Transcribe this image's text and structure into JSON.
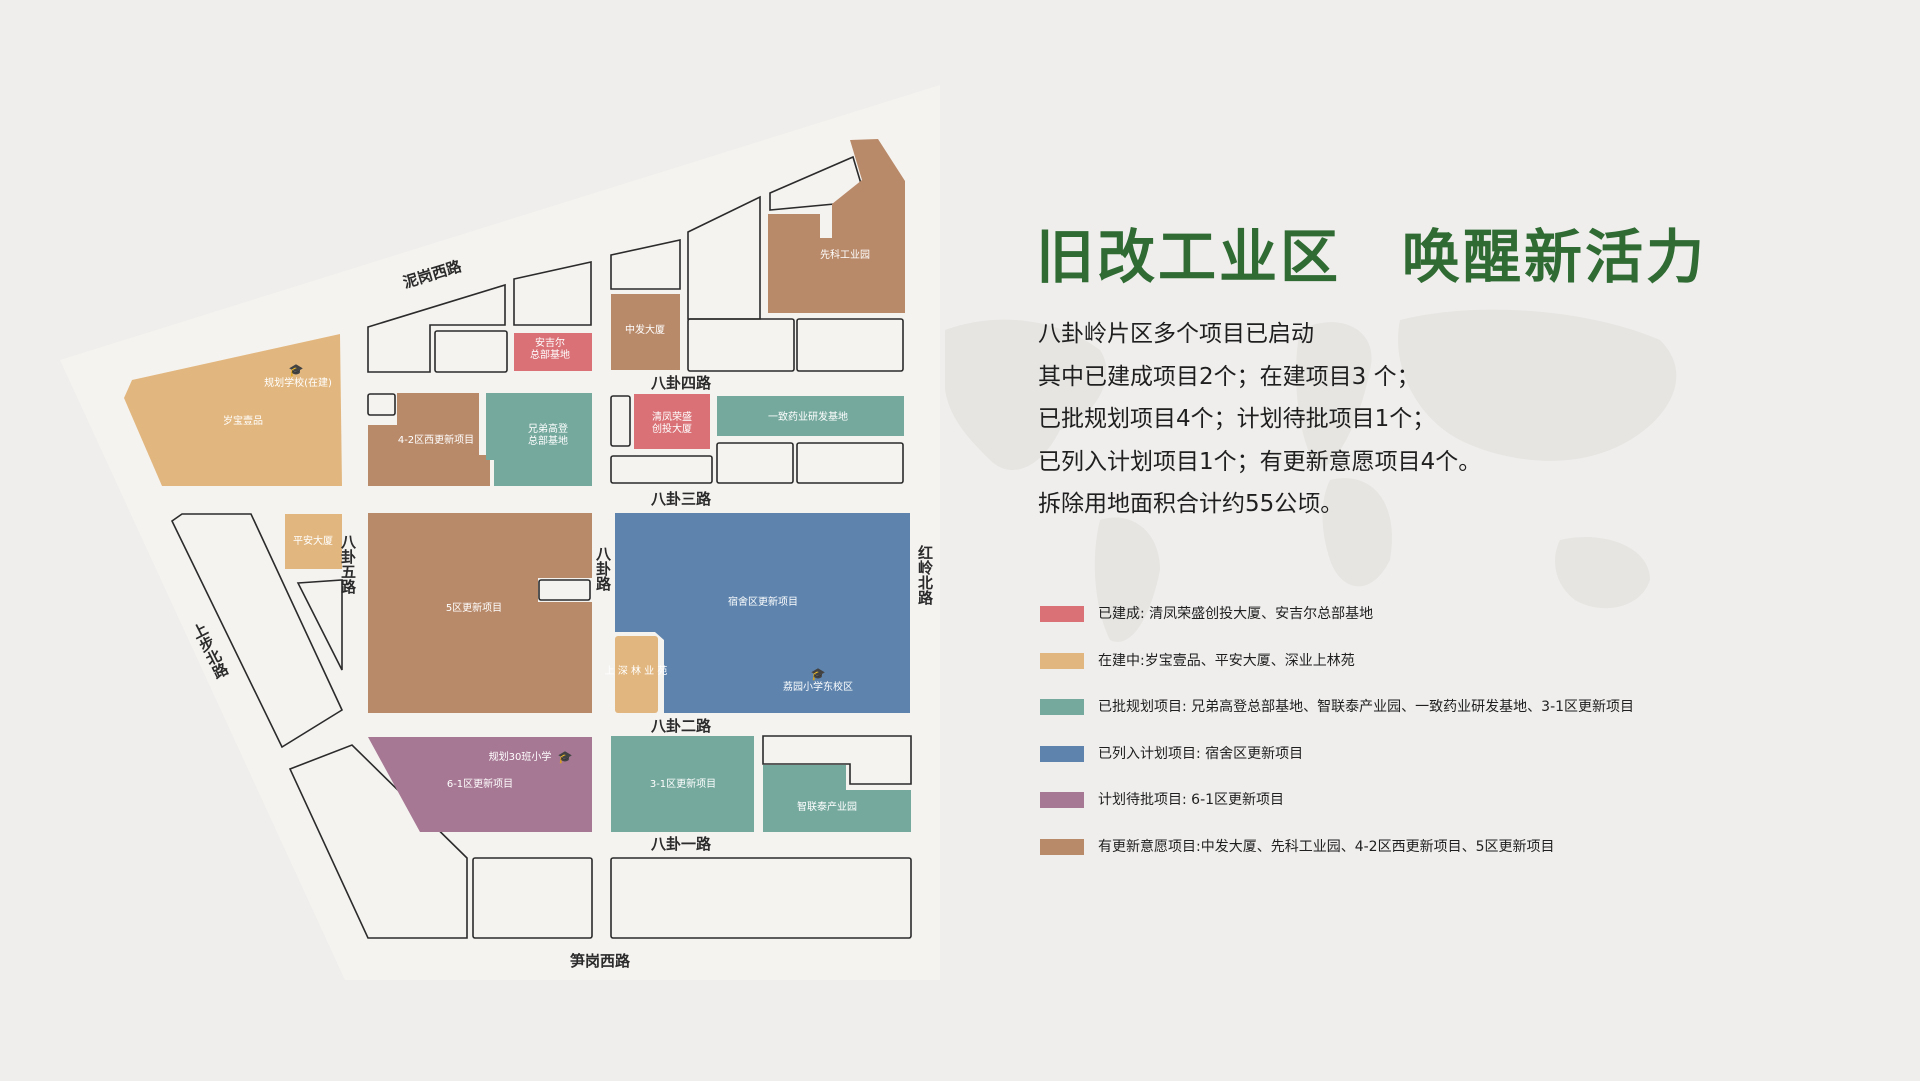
{
  "colors": {
    "built": "#d97176",
    "under_construction": "#e2b77f",
    "approved": "#75a99e",
    "listed": "#5e84ae",
    "pending": "#a77894",
    "renewal": "#b98a6a",
    "title_green": "#2f6b33"
  },
  "title": "旧改工业区　唤醒新活力",
  "summary": [
    "八卦岭片区多个项目已启动",
    "其中已建成项目2个；在建项目3 个；",
    "已批规划项目4个；计划待批项目1个；",
    "已列入计划项目1个；有更新意愿项目4个。",
    "拆除用地面积合计约55公顷。"
  ],
  "legend": [
    {
      "status": "built",
      "text": "已建成: 清凤荣盛创投大厦、安吉尔总部基地"
    },
    {
      "status": "under_construction",
      "text": "在建中:岁宝壹品、平安大厦、深业上林苑"
    },
    {
      "status": "approved",
      "text": "已批规划项目: 兄弟高登总部基地、智联泰产业园、一致药业研发基地、3-1区更新项目"
    },
    {
      "status": "listed",
      "text": "已列入计划项目: 宿舍区更新项目"
    },
    {
      "status": "pending",
      "text": "计划待批项目: 6-1区更新项目"
    },
    {
      "status": "renewal",
      "text": "有更新意愿项目:中发大厦、先科工业园、4-2区西更新项目、5区更新项目"
    }
  ],
  "map": {
    "roads": {
      "nigang_west": "泥岗西路",
      "bagua_4": "八卦四路",
      "bagua_3": "八卦三路",
      "bagua_2": "八卦二路",
      "bagua_1": "八卦一路",
      "bagua_5": "八卦五路",
      "bagua_rd": "八卦路",
      "hongling_north": "红岭北路",
      "shangbu_north": "上步北路",
      "sungang_west": "笋岗西路"
    },
    "blocks": {
      "xianke": "先科工业园",
      "zhongfa": "中发大厦",
      "anjier": "安吉尔 总部基地",
      "qingfeng": "清凤荣盛 创投大厦",
      "yizhi": "一致药业研发基地",
      "suibao": "岁宝壹品",
      "school_planned": "规划学校(在建)",
      "block42": "4-2区西更新项目",
      "xiongdi": "兄弟高登 总部基地",
      "pingan": "平安大厦",
      "block5": "5区更新项目",
      "dormitory": "宿舍区更新项目",
      "shanglin": "上 深 林 业 苑",
      "liyuan": "荔园小学东校区",
      "school30": "规划30班小学",
      "block61": "6-1区更新项目",
      "block31": "3-1区更新项目",
      "zhilian": "智联泰产业园"
    }
  }
}
